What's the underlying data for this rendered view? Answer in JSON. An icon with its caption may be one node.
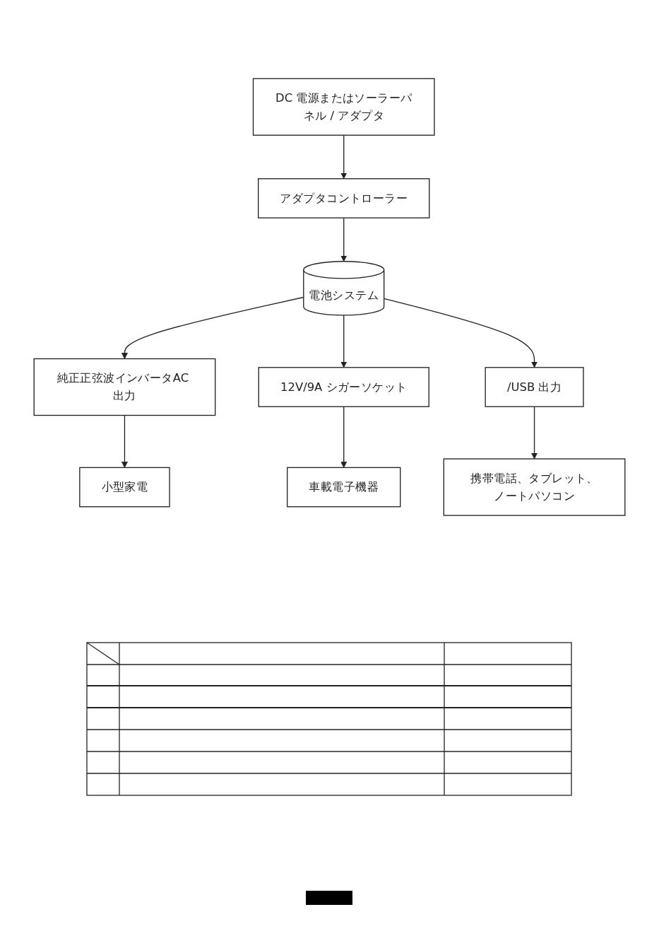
{
  "diagram": {
    "nodes": [
      {
        "text": [
          "DC 電源またはソーラーパネル / アダプタ"
        ]
      },
      {
        "text": [
          "アダプタコントローラー"
        ]
      },
      {
        "text": [
          "電池システム"
        ]
      },
      {
        "text": [
          "純正正弦波インバータAC 出力"
        ]
      },
      {
        "text": [
          "小型家電"
        ]
      },
      {
        "text": [
          "車載電子機器"
        ]
      },
      {
        "text": [
          "12V/9A シガーソケット"
        ]
      },
      {
        "text": [
          "/USB 出力"
        ]
      },
      {
        "text": [
          "携帯電話、タブレット、ノートパソコン"
        ]
      }
    ],
    "edges": [
      {
        "from": 0,
        "to": 1,
        "arrow": "to"
      },
      {
        "from": 1,
        "to": 2,
        "arrow": "to"
      },
      {
        "from": 2,
        "to": 3,
        "arrow": "to"
      },
      {
        "from": 3,
        "to": 4,
        "arrow": "to"
      },
      {
        "from": 2,
        "to": 6,
        "arrow": "to"
      },
      {
        "from": 6,
        "to": 5,
        "arrow": "to"
      },
      {
        "from": 2,
        "to": 7,
        "arrow": "to"
      },
      {
        "from": 7,
        "to": 8,
        "arrow": "to"
      }
    ]
  }
}
